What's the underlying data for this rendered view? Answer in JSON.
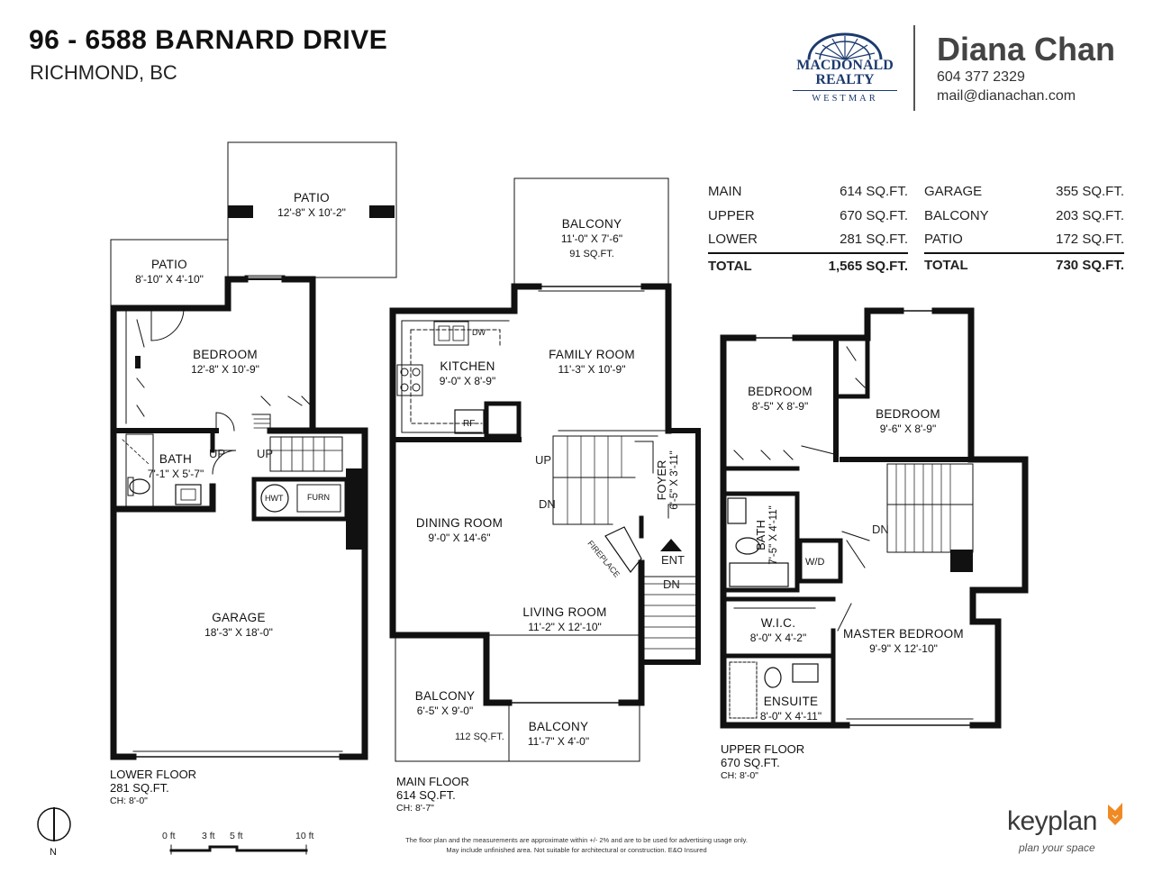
{
  "header": {
    "address": "96 - 6588 BARNARD DRIVE",
    "city": "RICHMOND, BC"
  },
  "agent": {
    "name": "Diana Chan",
    "phone": "604 377 2329",
    "email": "mail@dianachan.com",
    "brand_line1": "MACDONALD",
    "brand_line2": "REALTY",
    "brand_line3": "WESTMAR"
  },
  "area_summary": {
    "left": [
      {
        "label": "MAIN",
        "value": "614 SQ.FT."
      },
      {
        "label": "UPPER",
        "value": "670 SQ.FT."
      },
      {
        "label": "LOWER",
        "value": "281 SQ.FT."
      }
    ],
    "left_total": {
      "label": "TOTAL",
      "value": "1,565 SQ.FT."
    },
    "right": [
      {
        "label": "GARAGE",
        "value": "355 SQ.FT."
      },
      {
        "label": "BALCONY",
        "value": "203 SQ.FT."
      },
      {
        "label": "PATIO",
        "value": "172 SQ.FT."
      }
    ],
    "right_total": {
      "label": "TOTAL",
      "value": "730 SQ.FT."
    }
  },
  "lower_floor": {
    "caption": "LOWER FLOOR",
    "area": "281 SQ.FT.",
    "ceiling": "CH: 8'-0\"",
    "rooms": {
      "patio_top": {
        "name": "PATIO",
        "dims": "12'-8\" X 10'-2\""
      },
      "patio_left": {
        "name": "PATIO",
        "dims": "8'-10\" X 4'-10\""
      },
      "bedroom": {
        "name": "BEDROOM",
        "dims": "12'-8\" X 10'-9\""
      },
      "bath": {
        "name": "BATH",
        "dims": "7'-1\" X 5'-7\""
      },
      "garage": {
        "name": "GARAGE",
        "dims": "18'-3\" X 18'-0\""
      }
    },
    "labels": {
      "up1": "UP",
      "up2": "UP",
      "hwt": "HWT",
      "furn": "FURN"
    }
  },
  "main_floor": {
    "caption": "MAIN FLOOR",
    "area": "614 SQ.FT.",
    "ceiling": "CH: 8'-7\"",
    "rooms": {
      "balcony_top": {
        "name": "BALCONY",
        "dims": "11'-0\" X 7'-6\"",
        "area": "91 SQ.FT."
      },
      "kitchen": {
        "name": "KITCHEN",
        "dims": "9'-0\" X 8'-9\""
      },
      "family": {
        "name": "FAMILY ROOM",
        "dims": "11'-3\" X 10'-9\""
      },
      "dining": {
        "name": "DINING ROOM",
        "dims": "9'-0\" X 14'-6\""
      },
      "living": {
        "name": "LIVING ROOM",
        "dims": "11'-2\" X 12'-10\""
      },
      "balcony_bl": {
        "name": "BALCONY",
        "dims": "6'-5\" X 9'-0\"",
        "area": "112 SQ.FT."
      },
      "balcony_br": {
        "name": "BALCONY",
        "dims": "11'-7\" X 4'-0\""
      },
      "foyer": {
        "name": "FOYER",
        "dims": "6'-5\" X 3'-11\""
      }
    },
    "labels": {
      "dw": "DW",
      "rf": "RF",
      "up": "UP",
      "dn1": "DN",
      "dn2": "DN",
      "ent": "ENT",
      "fireplace": "FIREPLACE"
    }
  },
  "upper_floor": {
    "caption": "UPPER FLOOR",
    "area": "670 SQ.FT.",
    "ceiling": "CH: 8'-0\"",
    "rooms": {
      "bedroom1": {
        "name": "BEDROOM",
        "dims": "8'-5\" X 8'-9\""
      },
      "bedroom2": {
        "name": "BEDROOM",
        "dims": "9'-6\" X 8'-9\""
      },
      "bath": {
        "name": "BATH",
        "dims": "7'-5\" X 4'-11\""
      },
      "wic": {
        "name": "W.I.C.",
        "dims": "8'-0\" X 4'-2\""
      },
      "master": {
        "name": "MASTER BEDROOM",
        "dims": "9'-9\" X 12'-10\""
      },
      "ensuite": {
        "name": "ENSUITE",
        "dims": "8'-0\" X 4'-11\""
      }
    },
    "labels": {
      "dn": "DN",
      "wd": "W/D"
    }
  },
  "footer": {
    "disclaimer_1": "The floor plan and the measurements are approximate within +/- 2% and are to be used for advertising usage only.",
    "disclaimer_2": "May include unfinished area. Not suitable for architectural or construction. E&O Insured",
    "scale_labels": [
      "0 ft",
      "3 ft",
      "5 ft",
      "10 ft"
    ],
    "north": "N",
    "keyplan_brand": "keyplan",
    "keyplan_tagline": "plan your space"
  },
  "colors": {
    "wall": "#111111",
    "brand_blue": "#1c3a6e",
    "keyplan_orange": "#f08a24"
  }
}
